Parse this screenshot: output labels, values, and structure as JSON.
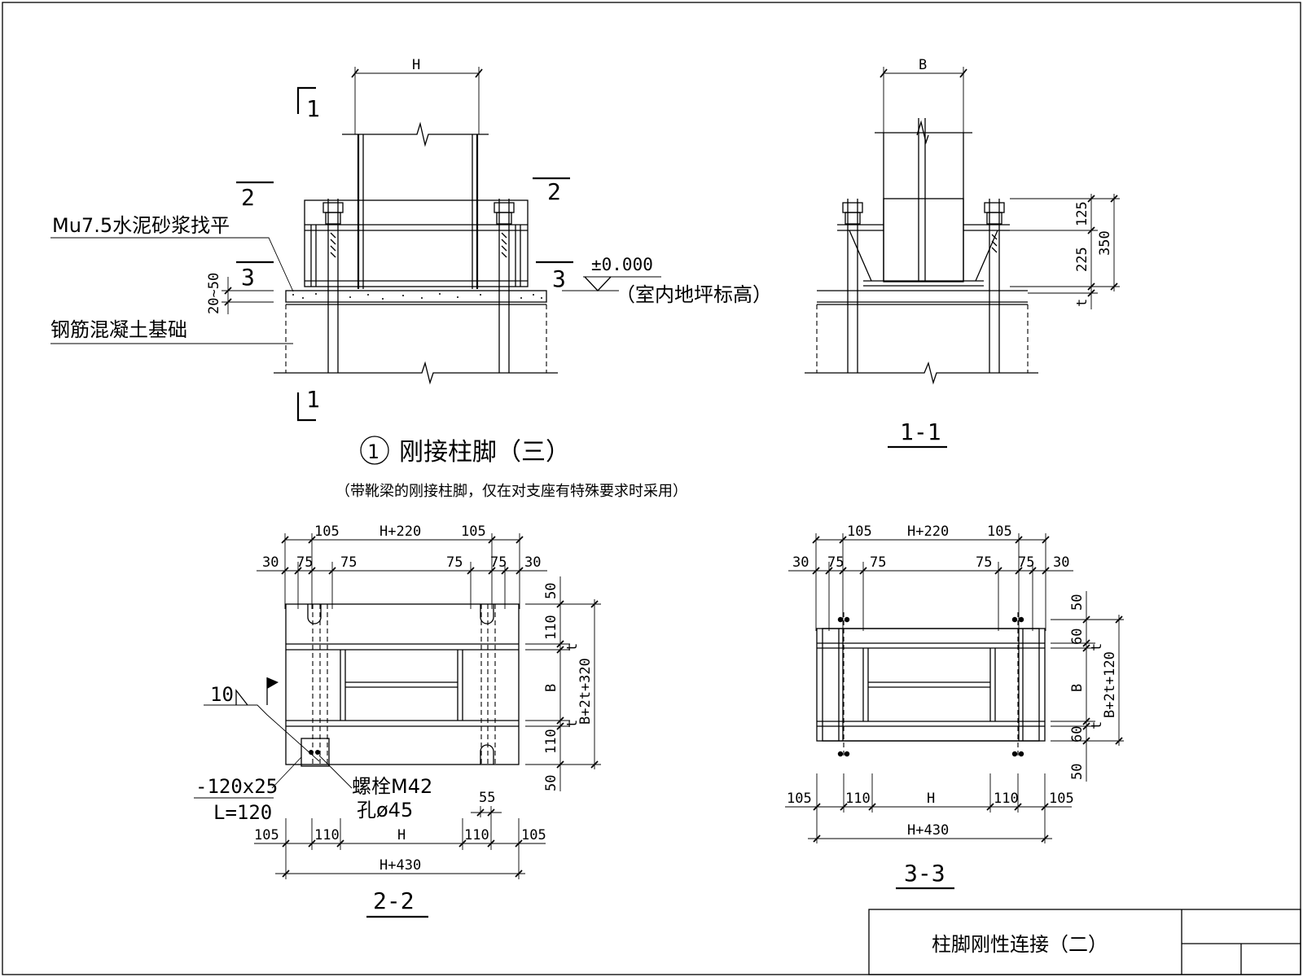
{
  "drawing": {
    "annotations": {
      "mortar": "Mu7.5水泥砂浆找平",
      "foundation": "钢筋混凝土基础",
      "elevation": "±0.000",
      "elevation_note": "（室内地坪标高）",
      "gap": "20~50"
    },
    "section_marks": {
      "s1": "1",
      "s2": "2",
      "s3": "3"
    },
    "main_title": "刚接柱脚（三）",
    "main_title_number": "1",
    "main_subtitle": "（带靴梁的刚接柱脚，仅在对支座有特殊要求时采用）",
    "view_titles": {
      "v11": "1-1",
      "v22": "2-2",
      "v33": "3-3"
    },
    "dims_elevation": {
      "H": "H"
    },
    "dims_11": {
      "B": "B",
      "d125": "125",
      "d225": "225",
      "d350": "350",
      "t": "t"
    },
    "dims_22": {
      "d105": "105",
      "hp220": "H+220",
      "d30": "30",
      "d75": "75",
      "d50": "50",
      "d110": "110",
      "t": "t",
      "B": "B",
      "b2t320": "B+2t+320",
      "H": "H",
      "hp430": "H+430",
      "d55": "55"
    },
    "dims_33": {
      "d105": "105",
      "hp220": "H+220",
      "d30": "30",
      "d75": "75",
      "d50": "50",
      "d60": "60",
      "t": "t",
      "B": "B",
      "b2t120": "B+2t+120",
      "d110": "110",
      "H": "H",
      "hp430": "H+430"
    },
    "weld": "10",
    "plate": "-120x25",
    "plate_len": "L=120",
    "bolt": "螺栓M42",
    "hole": "孔ø45"
  },
  "title_block": {
    "title": "柱脚刚性连接（二）"
  }
}
